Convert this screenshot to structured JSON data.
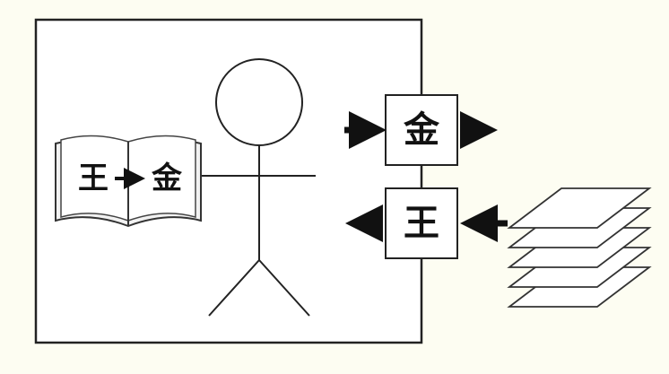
{
  "book": {
    "left_char": "王",
    "right_char": "金"
  },
  "output_box": {
    "char": "金"
  },
  "input_box": {
    "char": "王"
  }
}
